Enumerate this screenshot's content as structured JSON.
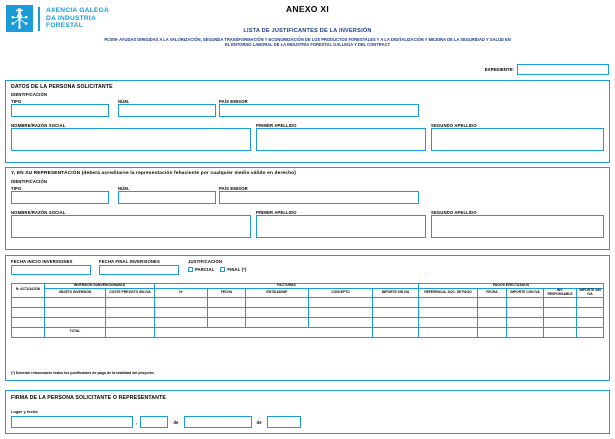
{
  "header": {
    "org_line1": "AXENCIA GALEGA",
    "org_line2": "DA INDUSTRIA",
    "org_line3": "FORESTAL",
    "annex": "ANEXO XI",
    "title": "LISTA DE JUSTIFICANTES DE LA INVERSIÓN",
    "subtitle_line1": "PC009- AYUDAS DIRIGIDAS A LA VALORIZACIÓN, SEGUNDA TRANSFORMACIÓN Y ECONOMIZACIÓN DE LOS PRODUCTOS FORESTALES Y A LA DIGITALIZACIÓN Y MEJORA DE LA SEGURIDAD Y SALUD EN",
    "subtitle_line2": "EL ENTORNO LABORAL DE LA INDUSTRIA FORESTAL GALLEGA Y DEL CONTRACT",
    "expediente_label": "EXPEDIENTE:",
    "expediente_value": ""
  },
  "applicant": {
    "section_title": "DATOS DE LA PERSONA SOLICITANTE",
    "identification_label": "IDENTIFICACIÓN",
    "tipo_label": "TIPO",
    "tipo_value": "",
    "num_label": "NÚM.",
    "num_value": "",
    "pais_label": "PAÍS EMISOR",
    "pais_value": "",
    "nombre_label": "NOMBRE/RAZÓN SOCIAL",
    "nombre_value": "",
    "apellido1_label": "PRIMER APELLIDO",
    "apellido1_value": "",
    "apellido2_label": "SEGUNDO APELLIDO",
    "apellido2_value": ""
  },
  "representative": {
    "section_title": "Y, EN SU REPRESENTACIÓN (deberá acreditarse la representación fehaciente por cualquier medio válido en derecho)",
    "identification_label": "IDENTIFICACIÓN",
    "tipo_label": "TIPO",
    "tipo_value": "",
    "num_label": "NÚM.",
    "num_value": "",
    "pais_label": "PAÍS EMISOR",
    "pais_value": "",
    "nombre_label": "NOMBRE/RAZÓN SOCIAL",
    "nombre_value": "",
    "apellido1_label": "PRIMER APELLIDO",
    "apellido1_value": "",
    "apellido2_label": "SEGUNDO APELLIDO",
    "apellido2_value": ""
  },
  "dates": {
    "fecha_inicio_label": "FECHA INICIO INVERSIONES",
    "fecha_inicio_value": "",
    "fecha_final_label": "FECHA FINAL INVERSIONES",
    "fecha_final_value": "",
    "justificacion_label": "JUSTIFICACIÓN",
    "parcial_label": "PARCIAL",
    "final_label": "FINAL (*)"
  },
  "table": {
    "col_n_actuacion": "Nº ACTUACIÓN",
    "group_inversion": "INVERSIÓN SUBVENCIONABLE",
    "group_facturas": "FACTURAS",
    "group_pagos": "PAGOS EFECTUADOS",
    "col_objeto": "OBJETO INVERSIÓN",
    "col_coste": "COSTE PREVISTO SIN IVA",
    "col_fac_num": "Nº",
    "col_fac_fecha": "FECHA",
    "col_fac_entidad": "ENTIDAD/NIF",
    "col_fac_concepto": "CONCEPTO",
    "col_fac_importe": "IMPORTE SIN IVA",
    "col_pag_referencia": "REFERENCIA, DOC. DE PAGO",
    "col_pag_fecha": "FECHA",
    "col_pag_importe": "IMPORTE CON IVA",
    "col_pag_responsable": "INV. RESPONSABLE",
    "col_pag_importe_sin": "IMPORTE SIN IVA",
    "rows": [
      [
        "",
        "",
        "",
        "",
        "",
        "",
        "",
        "",
        "",
        "",
        "",
        "",
        ""
      ],
      [
        "",
        "",
        "",
        "",
        "",
        "",
        "",
        "",
        "",
        "",
        "",
        "",
        ""
      ],
      [
        "",
        "",
        "",
        "",
        "",
        "",
        "",
        "",
        "",
        "",
        "",
        "",
        ""
      ]
    ],
    "total_label": "TOTAL",
    "total_values": [
      "",
      "",
      "",
      "",
      "",
      ""
    ],
    "footnote": "(*) Deberán relacionarse todos los justificantes de pago de la totalidad del proyecto."
  },
  "signature": {
    "section_title": "FIRMA DE LA PERSONA SOLICITANTE O REPRESENTANTE",
    "place_label": "Lugar y fecha",
    "place_value": "",
    "comma": ",",
    "day_value": "",
    "de1": "de",
    "month_value": "",
    "de2": "de",
    "year_value": ""
  },
  "colors": {
    "blue": "#1b9cd8",
    "navy": "#1b3a8f"
  }
}
